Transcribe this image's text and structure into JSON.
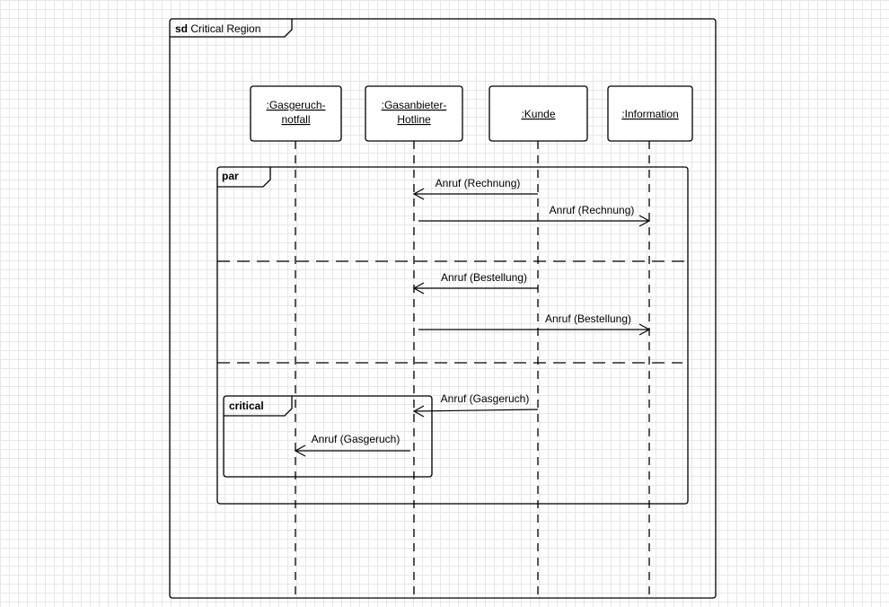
{
  "frame": {
    "keyword": "sd",
    "name": "Critical Region"
  },
  "lifelines": [
    {
      "id": "gas_emergency",
      "lines": [
        ":Gasgeruch-",
        "notfall"
      ]
    },
    {
      "id": "hotline",
      "lines": [
        ":Gasanbieter-",
        "Hotline"
      ]
    },
    {
      "id": "customer",
      "lines": [
        ":Kunde"
      ]
    },
    {
      "id": "information",
      "lines": [
        ":Information"
      ]
    }
  ],
  "fragments": {
    "par": {
      "operator": "par"
    },
    "critical": {
      "operator": "critical"
    }
  },
  "messages": [
    {
      "label": "Anruf (Rechnung)",
      "from": "customer",
      "to": "hotline"
    },
    {
      "label": "Anruf (Rechnung)",
      "from": "hotline",
      "to": "information"
    },
    {
      "label": "Anruf (Bestellung)",
      "from": "customer",
      "to": "hotline"
    },
    {
      "label": "Anruf (Bestellung)",
      "from": "hotline",
      "to": "information"
    },
    {
      "label": "Anruf (Gasgeruch)",
      "from": "customer",
      "to": "hotline"
    },
    {
      "label": "Anruf (Gasgeruch)",
      "from": "hotline",
      "to": "gas_emergency"
    }
  ]
}
